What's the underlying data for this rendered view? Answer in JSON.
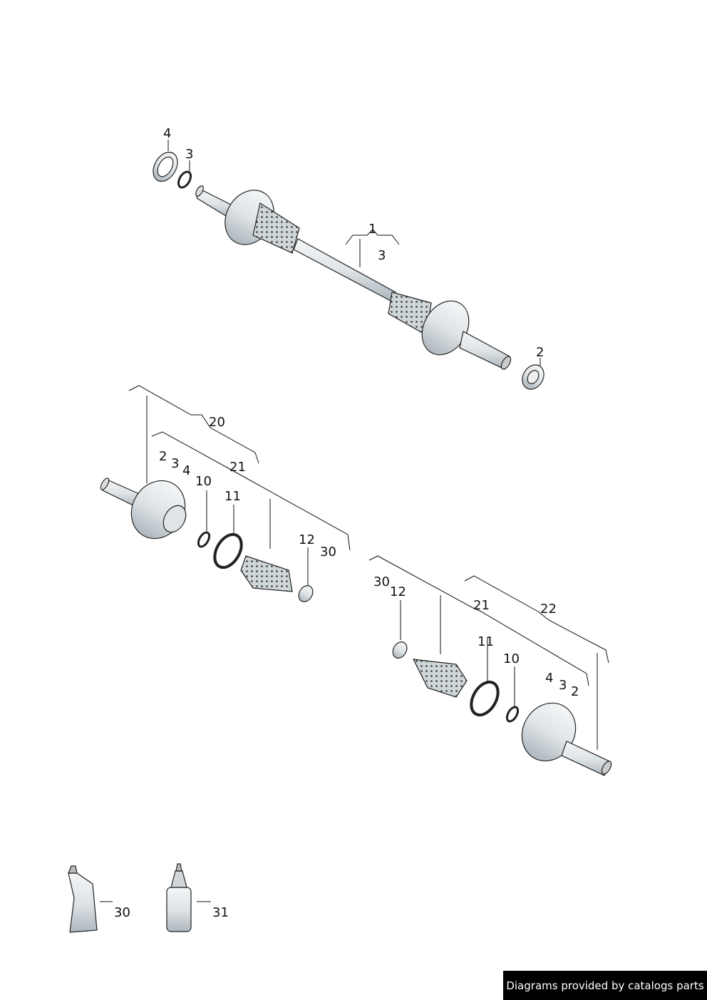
{
  "labels": {
    "top_4": "4",
    "top_3a": "3",
    "top_1": "1",
    "top_3b": "3",
    "top_2": "2",
    "mid_20": "20",
    "mid_2": "2",
    "mid_3": "3",
    "mid_4": "4",
    "mid_21": "21",
    "mid_10": "10",
    "mid_11": "11",
    "mid_12": "12",
    "mid_30": "30",
    "low_30": "30",
    "low_12": "12",
    "low_21": "21",
    "low_22": "22",
    "low_11": "11",
    "low_10": "10",
    "low_4": "4",
    "low_3": "3",
    "low_2": "2",
    "tube_30": "30",
    "bottle_31": "31"
  },
  "footer": {
    "text": "Diagrams provided by catalogs parts"
  },
  "colors": {
    "part_fill": "#e9edf0",
    "part_shade": "#b8c2c8",
    "boot_fill": "#c9d1d6",
    "line": "#111111"
  }
}
